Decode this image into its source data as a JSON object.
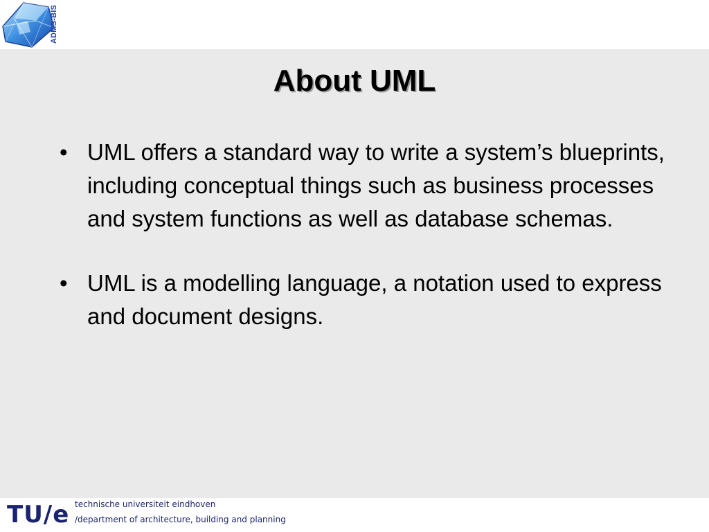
{
  "header": {
    "logo_text": "ADMS-BIS",
    "logo_icon": "crystal-cube-icon"
  },
  "slide": {
    "title": "About UML",
    "bullets": [
      {
        "marker": "•",
        "text": "UML offers a standard way to write a system’s blueprints, including conceptual things such as business processes and system functions as well as database schemas."
      },
      {
        "marker": "•",
        "text": "UML is a modelling language, a notation used to express and document designs."
      }
    ]
  },
  "footer": {
    "logo": "TU/e",
    "line1": "technische universiteit eindhoven",
    "line2": "/department of architecture, building and planning"
  },
  "colors": {
    "content_background": "#eaeaea",
    "brand_blue": "#1a2470",
    "logo_blue": "#2540a8"
  }
}
